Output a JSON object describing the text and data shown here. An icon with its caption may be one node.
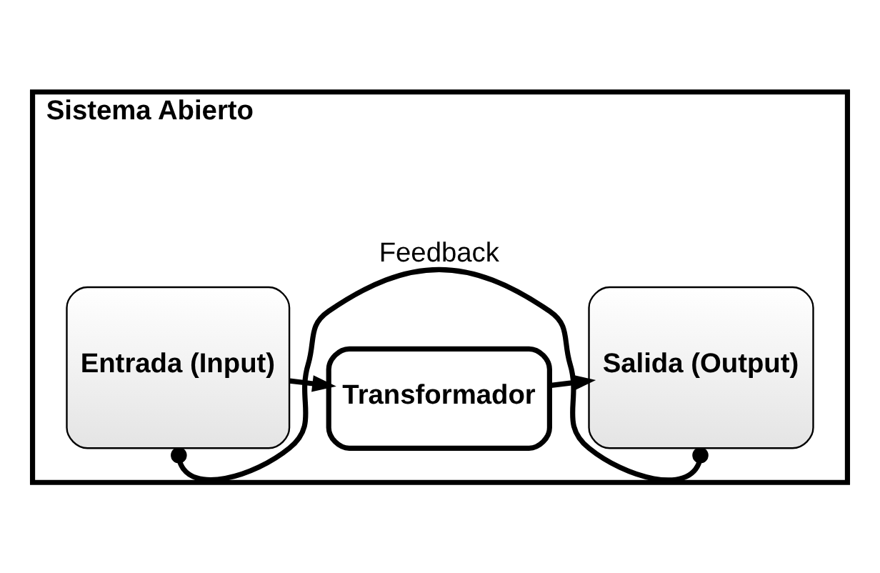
{
  "diagram": {
    "nodes": [
      {
        "text": [
          "Sistema Abierto"
        ]
      },
      {
        "text": [
          "Entrada (Input)"
        ],
        "in": 0
      },
      {
        "text": [
          "Transformador"
        ],
        "in": 0
      },
      {
        "text": [
          "Salida (Output)"
        ],
        "in": 0
      }
    ],
    "edges": [
      {
        "from": 1,
        "to": 2,
        "arrow": "to"
      },
      {
        "from": 2,
        "to": 3,
        "arrow": "to"
      },
      {
        "from": 3,
        "to": 1,
        "arrow": "other",
        "label": "Feedback"
      }
    ]
  }
}
